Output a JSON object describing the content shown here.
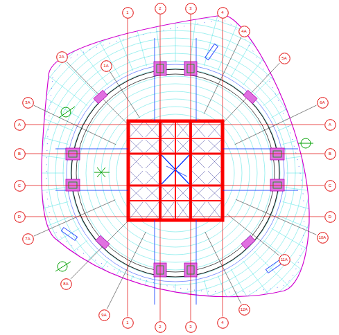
{
  "diagram": {
    "nodes": [
      {
        "text": [
          "1"
        ]
      },
      {
        "text": [
          "2"
        ]
      },
      {
        "text": [
          "3"
        ]
      },
      {
        "text": [
          "4"
        ]
      },
      {
        "text": [
          "1"
        ]
      },
      {
        "text": [
          "2"
        ]
      },
      {
        "text": [
          "3"
        ]
      },
      {
        "text": [
          "4"
        ]
      },
      {
        "text": [
          "A"
        ]
      },
      {
        "text": [
          "B"
        ]
      },
      {
        "text": [
          "C"
        ]
      },
      {
        "text": [
          "D"
        ]
      },
      {
        "text": [
          "A"
        ]
      },
      {
        "text": [
          "B"
        ]
      },
      {
        "text": [
          "C"
        ]
      },
      {
        "text": [
          "D"
        ]
      },
      {
        "text": [
          "1A"
        ]
      },
      {
        "text": [
          "2A"
        ]
      },
      {
        "text": [
          "3A"
        ]
      },
      {
        "text": [
          "4A"
        ]
      },
      {
        "text": [
          "5A"
        ]
      },
      {
        "text": [
          "6A"
        ]
      },
      {
        "text": [
          "7A"
        ]
      },
      {
        "text": [
          "8A"
        ]
      },
      {
        "text": [
          "9A"
        ]
      },
      {
        "text": [
          "10A"
        ]
      },
      {
        "text": [
          "11A"
        ]
      },
      {
        "text": [
          "12A"
        ]
      }
    ],
    "edges": [
      {
        "from": 0,
        "to": 4,
        "arrow": "none"
      },
      {
        "from": 1,
        "to": 5,
        "arrow": "none"
      },
      {
        "from": 2,
        "to": 6,
        "arrow": "none"
      },
      {
        "from": 3,
        "to": 7,
        "arrow": "none"
      },
      {
        "from": 8,
        "to": 12,
        "arrow": "none"
      },
      {
        "from": 9,
        "to": 13,
        "arrow": "none"
      },
      {
        "from": 10,
        "to": 14,
        "arrow": "none"
      },
      {
        "from": 11,
        "to": 15,
        "arrow": "none"
      }
    ]
  }
}
